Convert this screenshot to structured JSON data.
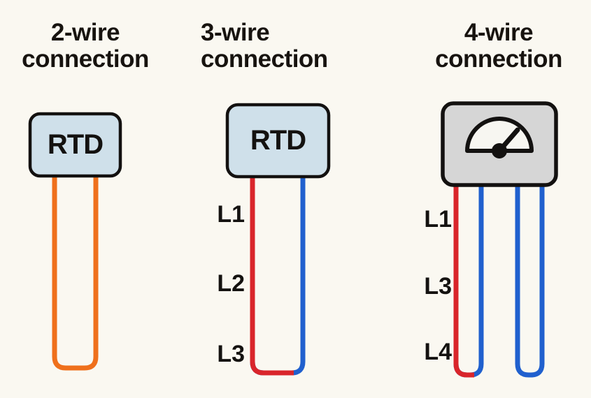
{
  "colors": {
    "background": "#FAF8F1",
    "ink": "#131110",
    "text": "#17130F",
    "rtd_box_fill": "#CFE0EA",
    "meter_box_fill": "#D6D6D6",
    "meter_face_fill": "#F7F6F1",
    "wire_orange": "#EF701C",
    "wire_red": "#D9252B",
    "wire_blue": "#2060CE"
  },
  "panels": [
    {
      "id": "two-wire",
      "title_lines": [
        "2-wire",
        "connection"
      ],
      "device_label": "RTD",
      "wires": [
        "orange",
        "orange"
      ],
      "terminal_labels": []
    },
    {
      "id": "three-wire",
      "title_lines": [
        "3-wire",
        "connection"
      ],
      "device_label": "RTD",
      "wires": [
        "red",
        "blue"
      ],
      "terminal_labels": [
        "L1",
        "L2",
        "L3"
      ]
    },
    {
      "id": "four-wire",
      "title_lines": [
        "4-wire",
        "connection"
      ],
      "device_icon": "analog-meter-icon",
      "wires": [
        "red",
        "blue",
        "blue",
        "blue"
      ],
      "terminal_labels": [
        "L1",
        "L3",
        "L4"
      ]
    }
  ]
}
